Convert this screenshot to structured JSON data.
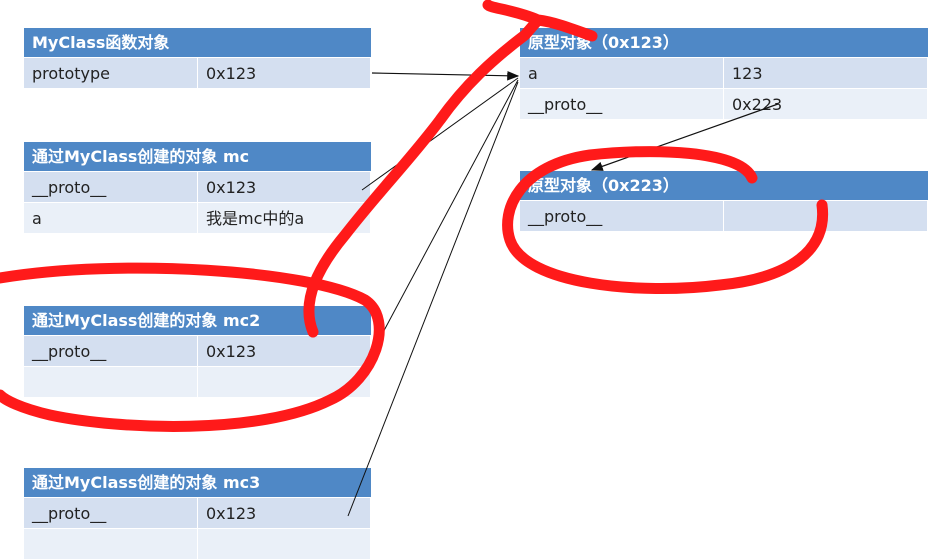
{
  "tables": {
    "myclass": {
      "title": "MyClass函数对象",
      "rows": [
        {
          "key": "prototype",
          "value": "0x123"
        }
      ]
    },
    "mc": {
      "title": "通过MyClass创建的对象 mc",
      "rows": [
        {
          "key": "__proto__",
          "value": "0x123"
        },
        {
          "key": "a",
          "value": "我是mc中的a"
        }
      ]
    },
    "mc2": {
      "title": "通过MyClass创建的对象 mc2",
      "rows": [
        {
          "key": "__proto__",
          "value": "0x123"
        },
        {
          "key": "",
          "value": ""
        }
      ]
    },
    "mc3": {
      "title": "通过MyClass创建的对象 mc3",
      "rows": [
        {
          "key": "__proto__",
          "value": "0x123"
        },
        {
          "key": "",
          "value": ""
        }
      ]
    },
    "proto123": {
      "title": "原型对象（0x123）",
      "rows": [
        {
          "key": "a",
          "value": "123"
        },
        {
          "key": "__proto__",
          "value": "0x223"
        }
      ]
    },
    "proto223": {
      "title": "原型对象（0x223）",
      "rows": [
        {
          "key": "__proto__",
          "value": ""
        }
      ]
    }
  },
  "colors": {
    "header": "#4f88c6",
    "row_odd": "#d4dff0",
    "row_even": "#eaf0f8",
    "annotation": "#ff1a1a",
    "arrow": "#111111"
  }
}
